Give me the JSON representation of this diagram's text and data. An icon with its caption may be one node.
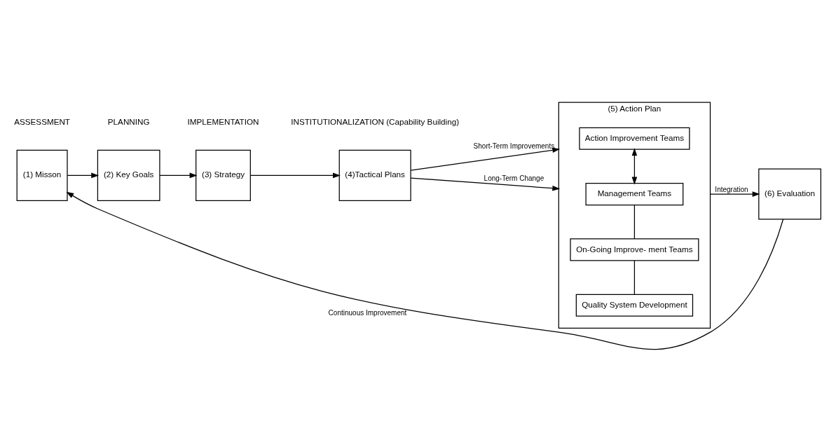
{
  "diagram": {
    "nodes": [
      {
        "text": [
          "(1) Misson"
        ]
      },
      {
        "text": [
          "(2) Key Goals"
        ]
      },
      {
        "text": [
          "(3) Strategy"
        ]
      },
      {
        "text": [
          "(4)Tactical Plans"
        ]
      },
      {
        "text": [
          "(5) Action Plan"
        ]
      },
      {
        "text": [
          "Action Improvement Teams"
        ],
        "in": 4
      },
      {
        "text": [
          "Management Teams"
        ],
        "in": 4
      },
      {
        "text": [
          "On-Going Improve- ment Teams"
        ],
        "in": 4
      },
      {
        "text": [
          "Quality System Development"
        ],
        "in": 4
      },
      {
        "text": [
          "(6) Evaluation"
        ]
      }
    ],
    "edges": [
      {
        "from": 0,
        "to": 1,
        "arrow": "to"
      },
      {
        "from": 1,
        "to": 2,
        "arrow": "to"
      },
      {
        "from": 2,
        "to": 3,
        "arrow": "to"
      },
      {
        "from": 3,
        "to": 4,
        "arrow": "to",
        "label": "Short-Term Improvements"
      },
      {
        "from": 3,
        "to": 4,
        "arrow": "to",
        "label": "Long-Term Change"
      },
      {
        "from": 5,
        "to": 6,
        "arrow": "both"
      },
      {
        "from": 4,
        "to": 9,
        "arrow": "to",
        "label": "Integration"
      },
      {
        "from": 6,
        "to": 7,
        "arrow": "none"
      },
      {
        "from": 7,
        "to": 8,
        "arrow": "none"
      },
      {
        "from": 9,
        "to": 0,
        "arrow": "to",
        "label": "Continuous Improvement"
      }
    ],
    "labels": [
      "ASSESSMENT",
      "PLANNING",
      "IMPLEMENTATION",
      "INSTITUTIONALIZATION (Capability Building)"
    ]
  }
}
